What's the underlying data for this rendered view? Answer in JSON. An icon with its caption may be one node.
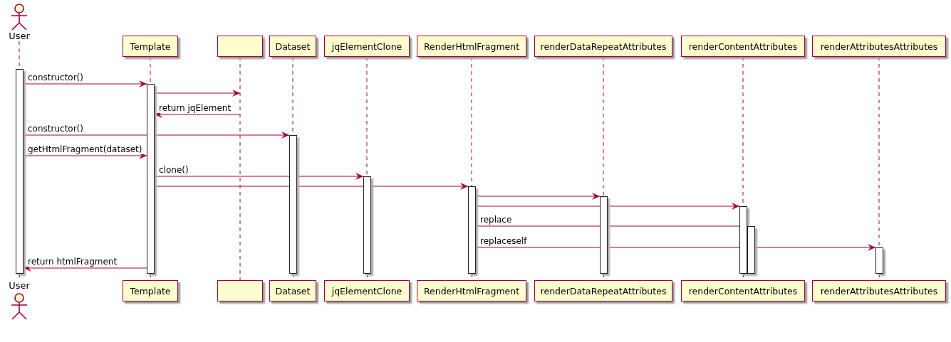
{
  "diagram": {
    "nodes": [
      {
        "text": [
          "User"
        ]
      },
      {
        "text": [
          "Template"
        ]
      },
      {
        "text": [],
        "shape": "box"
      },
      {
        "text": [
          "Dataset"
        ]
      },
      {
        "text": [
          "jqElementClone"
        ]
      },
      {
        "text": [
          "RenderHtmlFragment"
        ]
      },
      {
        "text": [
          "renderDataRepeatAttributes"
        ]
      },
      {
        "text": [
          "renderContentAttributes"
        ]
      },
      {
        "text": [
          "renderAttributesAttributes"
        ]
      },
      {
        "text": [
          "User"
        ]
      },
      {
        "text": [
          "Template"
        ]
      },
      {
        "text": [],
        "shape": "box"
      },
      {
        "text": [
          "Dataset"
        ]
      },
      {
        "text": [
          "jqElementClone"
        ]
      },
      {
        "text": [
          "RenderHtmlFragment"
        ]
      },
      {
        "text": [
          "renderDataRepeatAttributes"
        ]
      },
      {
        "text": [
          "renderContentAttributes"
        ]
      },
      {
        "text": [
          "renderAttributesAttributes"
        ]
      },
      {
        "text": [],
        "shape": "bar"
      },
      {
        "text": [],
        "shape": "bar"
      },
      {
        "text": [],
        "shape": "bar"
      },
      {
        "text": [],
        "shape": "bar"
      },
      {
        "text": [],
        "shape": "bar"
      },
      {
        "text": [],
        "shape": "bar"
      },
      {
        "text": [],
        "shape": "bar"
      },
      {
        "text": [],
        "shape": "bar"
      },
      {
        "text": [],
        "shape": "bar"
      }
    ],
    "edges": [
      {
        "from": 0,
        "to": 18,
        "arrow": "none",
        "style": "dashed"
      },
      {
        "from": 18,
        "to": 9,
        "arrow": "none",
        "style": "dashed"
      },
      {
        "from": 1,
        "to": 19,
        "arrow": "none",
        "style": "dashed"
      },
      {
        "from": 19,
        "to": 10,
        "arrow": "none",
        "style": "dashed"
      },
      {
        "from": 2,
        "to": 11,
        "arrow": "none",
        "style": "dashed"
      },
      {
        "from": 3,
        "to": 20,
        "arrow": "none",
        "style": "dashed"
      },
      {
        "from": 20,
        "to": 12,
        "arrow": "none",
        "style": "dashed"
      },
      {
        "from": 4,
        "to": 21,
        "arrow": "none",
        "style": "dashed"
      },
      {
        "from": 21,
        "to": 13,
        "arrow": "none",
        "style": "dashed"
      },
      {
        "from": 5,
        "to": 22,
        "arrow": "none",
        "style": "dashed"
      },
      {
        "from": 22,
        "to": 14,
        "arrow": "none",
        "style": "dashed"
      },
      {
        "from": 6,
        "to": 23,
        "arrow": "none",
        "style": "dashed"
      },
      {
        "from": 23,
        "to": 15,
        "arrow": "none",
        "style": "dashed"
      },
      {
        "from": 7,
        "to": 24,
        "arrow": "none",
        "style": "dashed"
      },
      {
        "from": 24,
        "to": 16,
        "arrow": "none",
        "style": "dashed"
      },
      {
        "from": 8,
        "to": 26,
        "arrow": "none",
        "style": "dashed"
      },
      {
        "from": 26,
        "to": 17,
        "arrow": "none",
        "style": "dashed"
      },
      {
        "from": 18,
        "to": 19,
        "arrow": "to",
        "label": "constructor()"
      },
      {
        "from": 19,
        "to": null,
        "arrow": "to"
      },
      {
        "from": null,
        "to": 19,
        "arrow": "to",
        "label": "return jqElement"
      },
      {
        "from": 18,
        "to": 20,
        "arrow": "to",
        "label": "constructor()"
      },
      {
        "from": 18,
        "to": 19,
        "arrow": "to",
        "label": "getHtmlFragment(dataset)"
      },
      {
        "from": 19,
        "to": 21,
        "arrow": "to",
        "label": "clone()"
      },
      {
        "from": 19,
        "to": 22,
        "arrow": "to"
      },
      {
        "from": 22,
        "to": 23,
        "arrow": "to"
      },
      {
        "from": 22,
        "to": 24,
        "arrow": "to"
      },
      {
        "from": 22,
        "to": 25,
        "arrow": "to",
        "label": "replace"
      },
      {
        "from": 22,
        "to": 26,
        "arrow": "to",
        "label": "replaceself"
      },
      {
        "from": 19,
        "to": 18,
        "arrow": "to",
        "label": "return htmlFragment"
      }
    ]
  }
}
